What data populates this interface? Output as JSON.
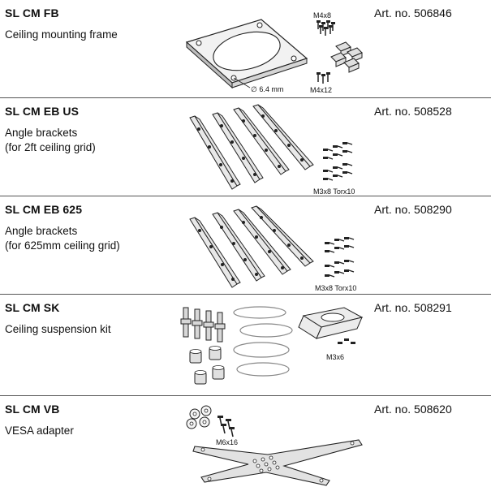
{
  "products": [
    {
      "code": "SL CM FB",
      "description": [
        "Ceiling mounting frame"
      ],
      "article_label": "Art. no.",
      "article_number": "506846",
      "part_labels": [
        "M4x8",
        "M4x12",
        "∅ 6.4 mm"
      ]
    },
    {
      "code": "SL CM EB US",
      "description": [
        "Angle brackets",
        "(for 2ft ceiling grid)"
      ],
      "article_label": "Art. no.",
      "article_number": "508528",
      "part_labels": [
        "M3x8 Torx10"
      ]
    },
    {
      "code": "SL CM EB 625",
      "description": [
        "Angle brackets",
        "(for 625mm ceiling grid)"
      ],
      "article_label": "Art. no.",
      "article_number": "508290",
      "part_labels": [
        "M3x8 Torx10"
      ]
    },
    {
      "code": "SL CM SK",
      "description": [
        "Ceiling suspension kit"
      ],
      "article_label": "Art. no.",
      "article_number": "508291",
      "part_labels": [
        "M3x6"
      ]
    },
    {
      "code": "SL CM VB",
      "description": [
        "VESA adapter"
      ],
      "article_label": "Art. no.",
      "article_number": "508620",
      "part_labels": [
        "M6x16"
      ]
    }
  ],
  "icons": [
    "ceiling-frame-icon",
    "angle-bracket-icon",
    "screw-icon",
    "suspension-kit-icon",
    "vesa-plate-icon"
  ],
  "colors": {
    "text": "#111111",
    "divider": "#555555",
    "metal_light": "#e6e6e6",
    "metal_dark": "#9a9a9a"
  }
}
